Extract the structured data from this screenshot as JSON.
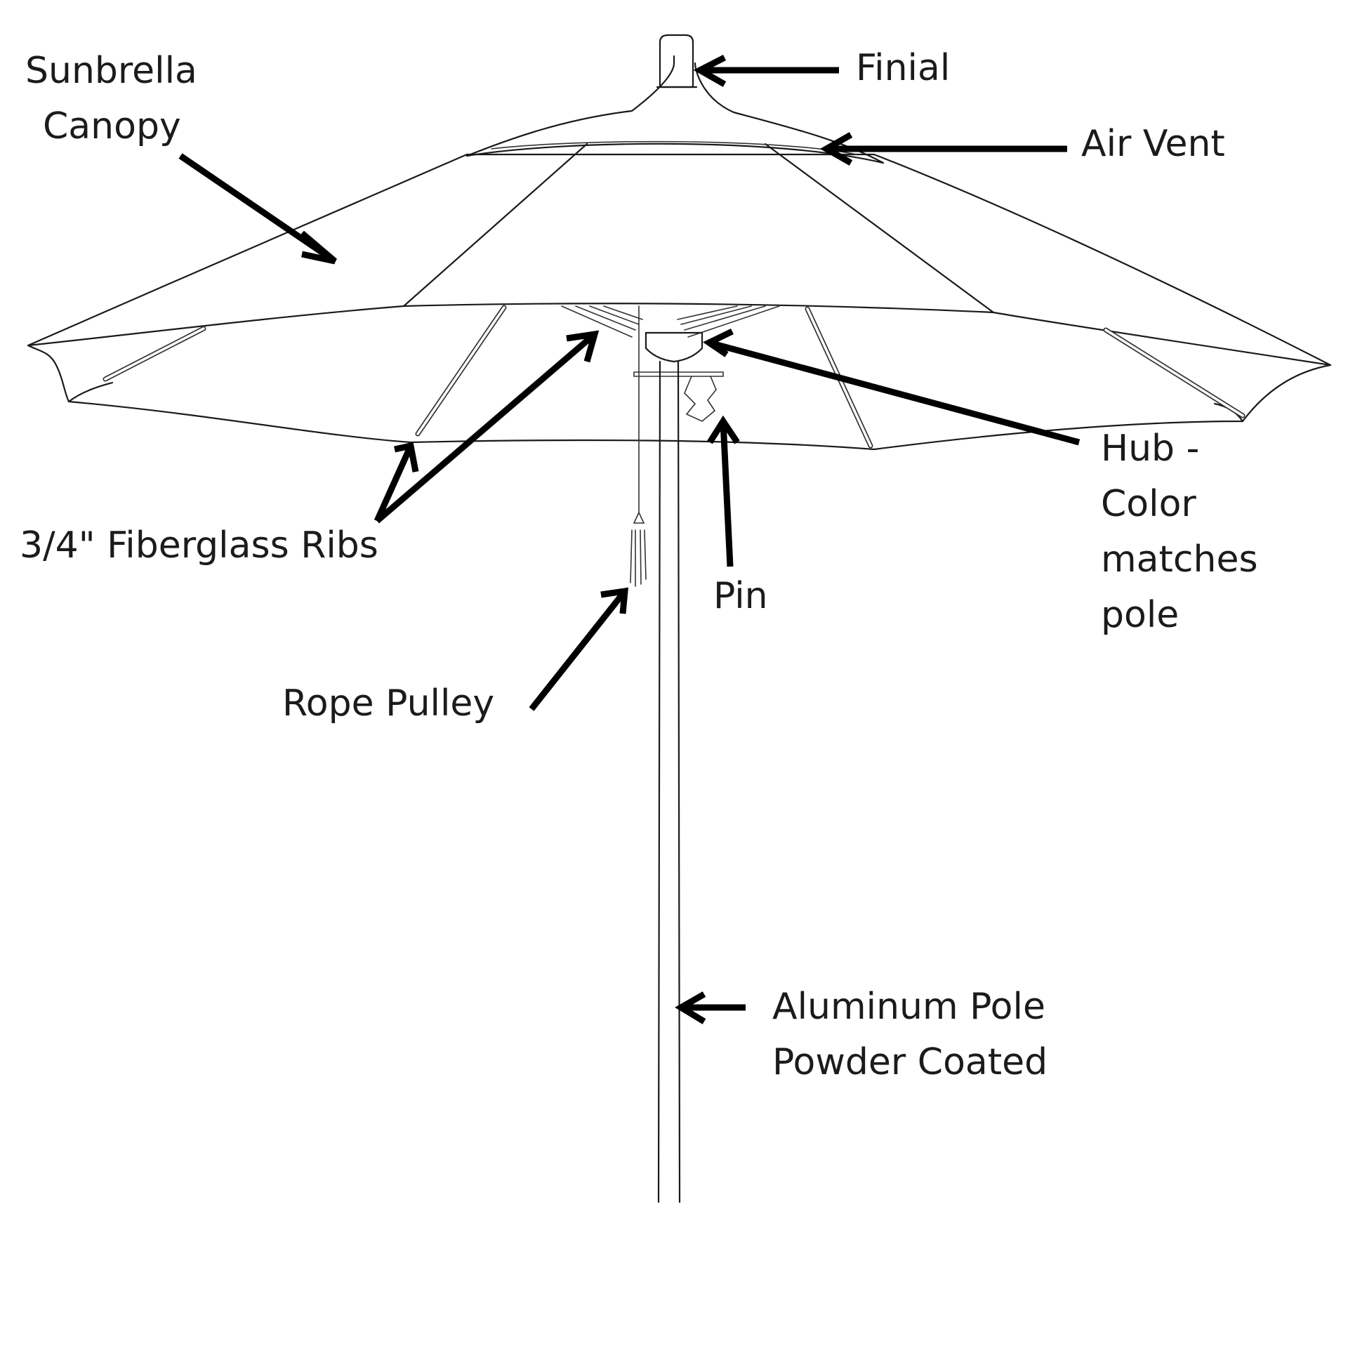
{
  "labels": {
    "canopy": [
      "Sunbrella",
      "Canopy"
    ],
    "finial": "Finial",
    "air_vent": "Air Vent",
    "hub": [
      "Hub -",
      "Color",
      "matches",
      "pole"
    ],
    "ribs": "3/4\" Fiberglass Ribs",
    "pin": "Pin",
    "pulley": "Rope Pulley",
    "pole": [
      "Aluminum Pole",
      "Powder Coated"
    ]
  },
  "colors": {
    "line": "#1a1a1a",
    "arrow": "#000000",
    "text": "#1b1b1b",
    "background": "#ffffff"
  }
}
